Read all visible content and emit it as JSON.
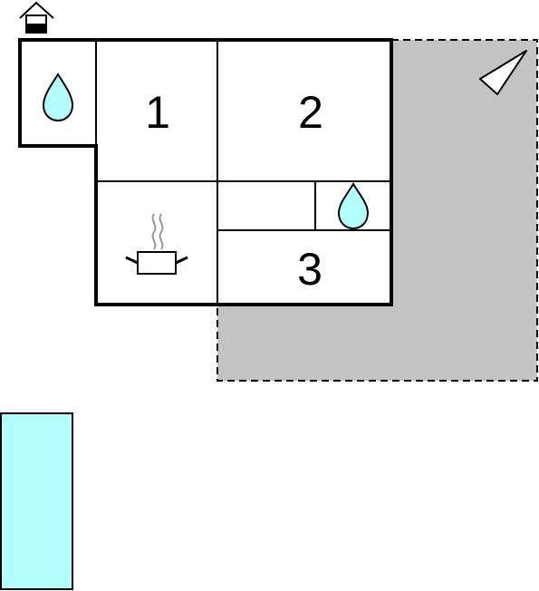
{
  "rooms": [
    {
      "label": "1"
    },
    {
      "label": "2"
    },
    {
      "label": "3"
    }
  ],
  "icons": {
    "bathroom": "water-drop-icon",
    "kitchen": "cooking-pot-icon",
    "entrance": "house-entrance-icon",
    "terrace": "sun-shade-icon"
  },
  "colors": {
    "wall": "#000000",
    "terrace": "#c3c3c3",
    "water": "#b3ffff",
    "pool": "#b3ffff",
    "steam": "#999999"
  }
}
